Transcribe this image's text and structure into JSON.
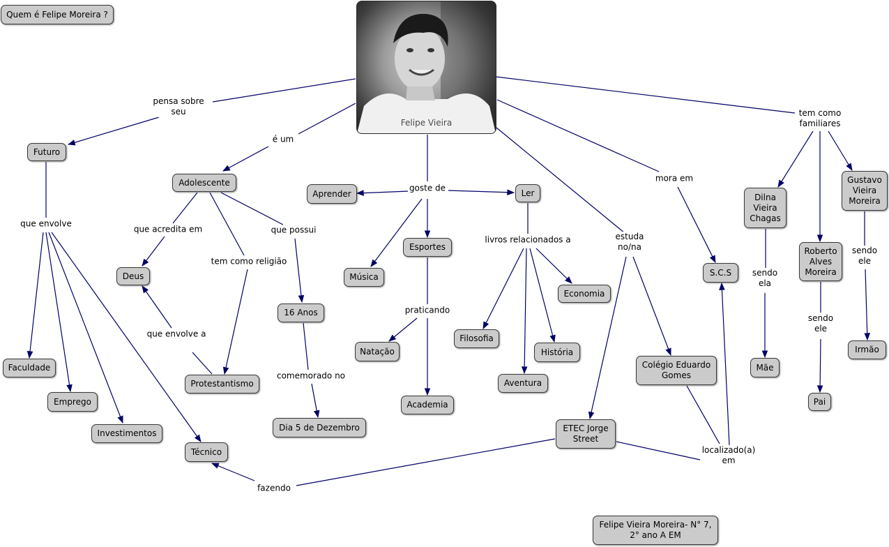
{
  "title": "Quem é Felipe Moreira ?",
  "center": {
    "caption": "Felipe Vieira"
  },
  "nodes": {
    "futuro": "Futuro",
    "adolescente": "Adolescente",
    "aprender": "Aprender",
    "ler": "Ler",
    "esportes": "Esportes",
    "musica": "Música",
    "deus": "Deus",
    "dezesseis": "16 Anos",
    "economia": "Economia",
    "filosofia": "Filosofia",
    "historia": "História",
    "aventura": "Aventura",
    "natacao": "Natação",
    "academia": "Academia",
    "faculdade": "Faculdade",
    "emprego": "Emprego",
    "investimentos": "Investimentos",
    "tecnico": "Técnico",
    "protestantismo": "Protestantismo",
    "dia5": "Dia 5 de Dezembro",
    "etec": "ETEC Jorge\nStreet",
    "colegio": "Colégio Eduardo\nGomes",
    "scs": "S.C.S",
    "dilna": "Dilna\nVieira\nChagas",
    "roberto": "Roberto\nAlves\nMoreira",
    "gustavo": "Gustavo\nVieira\nMoreira",
    "mae": "Mãe",
    "pai": "Pai",
    "irmao": "Irmão",
    "footer": "Felipe Vieira Moreira- N° 7,\n2° ano A EM"
  },
  "labels": {
    "pensa": "pensa sobre\nseu",
    "eum": "é um",
    "goste": "goste de",
    "familiares": "tem como\nfamiliares",
    "moraem": "mora em",
    "estuda": "estuda\nno/na",
    "envolve": "que envolve",
    "acredita": "que acredita em",
    "religiao": "tem como religião",
    "possui": "que possui",
    "livros": "livros relacionados a",
    "praticando": "praticando",
    "envolvea": "que envolve a",
    "comemorado": "comemorado no",
    "localizado": "localizado(a)\nem",
    "fazendo": "fazendo",
    "sendoela": "sendo\nela",
    "sendoele1": "sendo\nele",
    "sendoele2": "sendo\nele"
  },
  "colors": {
    "line": "#000066",
    "node_fill": "#cbcbcb",
    "node_border": "#3a3a3a"
  }
}
